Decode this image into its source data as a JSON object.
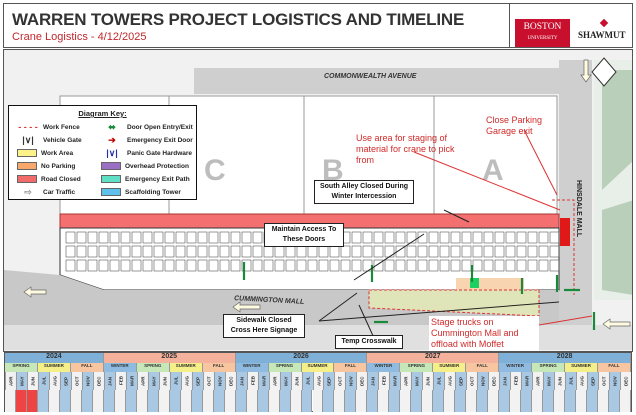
{
  "header": {
    "title": "WARREN TOWERS PROJECT LOGISTICS AND TIMELINE",
    "subtitle": "Crane Logistics - 4/12/2025",
    "logo_bu_line1": "BOSTON",
    "logo_bu_line2": "UNIVERSITY",
    "logo_shawmut": "SHAWMUT"
  },
  "legend": {
    "title": "Diagram Key:",
    "items": [
      {
        "label": "Work Fence",
        "icon": "dashed-red-line"
      },
      {
        "label": "Door Open Entry/Exit",
        "icon": "green-double-arrow"
      },
      {
        "label": "Vehicle Gate",
        "icon": "vehicle-gate"
      },
      {
        "label": "Emergency Exit Door",
        "icon": "red-arrow"
      },
      {
        "label": "Work Area",
        "color": "#fdf28a"
      },
      {
        "label": "Panic Gate Hardware",
        "icon": "panic-gate"
      },
      {
        "label": "No Parking",
        "color": "#f7a86a"
      },
      {
        "label": "Overhead Protection",
        "color": "#9a6fc4"
      },
      {
        "label": "Road Closed",
        "color": "#f26b6b"
      },
      {
        "label": "Emergency Exit Path",
        "color": "#5fe0c4"
      },
      {
        "label": "Car Traffic",
        "icon": "car-arrow"
      },
      {
        "label": "Scaffolding Tower",
        "color": "#5fc0ec"
      }
    ]
  },
  "map": {
    "street_north": "COMMONWEALTH AVENUE",
    "street_south": "CUMMINGTON MALL",
    "street_east": "HINSDALE MALL",
    "tower_labels": [
      "C",
      "B",
      "A"
    ],
    "callouts": {
      "south_alley": "South Alley Closed During Winter Intercession",
      "maintain_access": "Maintain Access To These Doors",
      "sidewalk": "Sidewalk Closed Cross Here Signage",
      "crosswalk": "Temp Crosswalk"
    },
    "notes": {
      "staging": "Use area for staging of material for crane to pick from",
      "garage": "Close Parking Garage exit",
      "trucks": "Stage trucks on Cummington Mall and offload with Moffet"
    }
  },
  "timeline": {
    "years": [
      {
        "label": "2024",
        "color": "#7fb0d8",
        "seasons": [
          {
            "label": "SPRING",
            "months": [
              "APR",
              "MAY",
              "JUN"
            ]
          },
          {
            "label": "SUMMER",
            "months": [
              "JUL",
              "AUG",
              "SEP"
            ]
          },
          {
            "label": "FALL",
            "months": [
              "OCT",
              "NOV",
              "DEC"
            ]
          }
        ]
      },
      {
        "label": "2025",
        "color": "#f4b19c",
        "seasons": [
          {
            "label": "WINTER",
            "months": [
              "JAN",
              "FEB",
              "MAR"
            ]
          },
          {
            "label": "SPRING",
            "months": [
              "APR",
              "MAY",
              "JUN"
            ]
          },
          {
            "label": "SUMMER",
            "months": [
              "JUL",
              "AUG",
              "SEP"
            ]
          },
          {
            "label": "FALL",
            "months": [
              "OCT",
              "NOV",
              "DEC"
            ]
          }
        ]
      },
      {
        "label": "2026",
        "color": "#7fb0d8",
        "seasons": [
          {
            "label": "WINTER",
            "months": [
              "JAN",
              "FEB",
              "MAR"
            ]
          },
          {
            "label": "SPRING",
            "months": [
              "APR",
              "MAY",
              "JUN"
            ]
          },
          {
            "label": "SUMMER",
            "months": [
              "JUL",
              "AUG",
              "SEP"
            ]
          },
          {
            "label": "FALL",
            "months": [
              "OCT",
              "NOV",
              "DEC"
            ]
          }
        ]
      },
      {
        "label": "2027",
        "color": "#f4b19c",
        "seasons": [
          {
            "label": "WINTER",
            "months": [
              "JAN",
              "FEB",
              "MAR"
            ]
          },
          {
            "label": "SPRING",
            "months": [
              "APR",
              "MAY",
              "JUN"
            ]
          },
          {
            "label": "SUMMER",
            "months": [
              "JUL",
              "AUG",
              "SEP"
            ]
          },
          {
            "label": "FALL",
            "months": [
              "OCT",
              "NOV",
              "DEC"
            ]
          }
        ]
      },
      {
        "label": "2028",
        "color": "#7fb0d8",
        "seasons": [
          {
            "label": "WINTER",
            "months": [
              "JAN",
              "FEB",
              "MAR"
            ]
          },
          {
            "label": "SPRING",
            "months": [
              "APR",
              "MAY",
              "JUN"
            ]
          },
          {
            "label": "SUMMER",
            "months": [
              "JUL",
              "AUG",
              "SEP"
            ]
          },
          {
            "label": "FALL",
            "months": [
              "OCT",
              "NOV",
              "DEC"
            ]
          }
        ]
      }
    ],
    "season_colors": {
      "WINTER": "#8fbbe0",
      "SPRING": "#c6e8b8",
      "SUMMER": "#f5ef8a",
      "FALL": "#f7c6a0"
    },
    "highlight_months": [
      1,
      2
    ],
    "highlight_color": "#ee4444"
  }
}
